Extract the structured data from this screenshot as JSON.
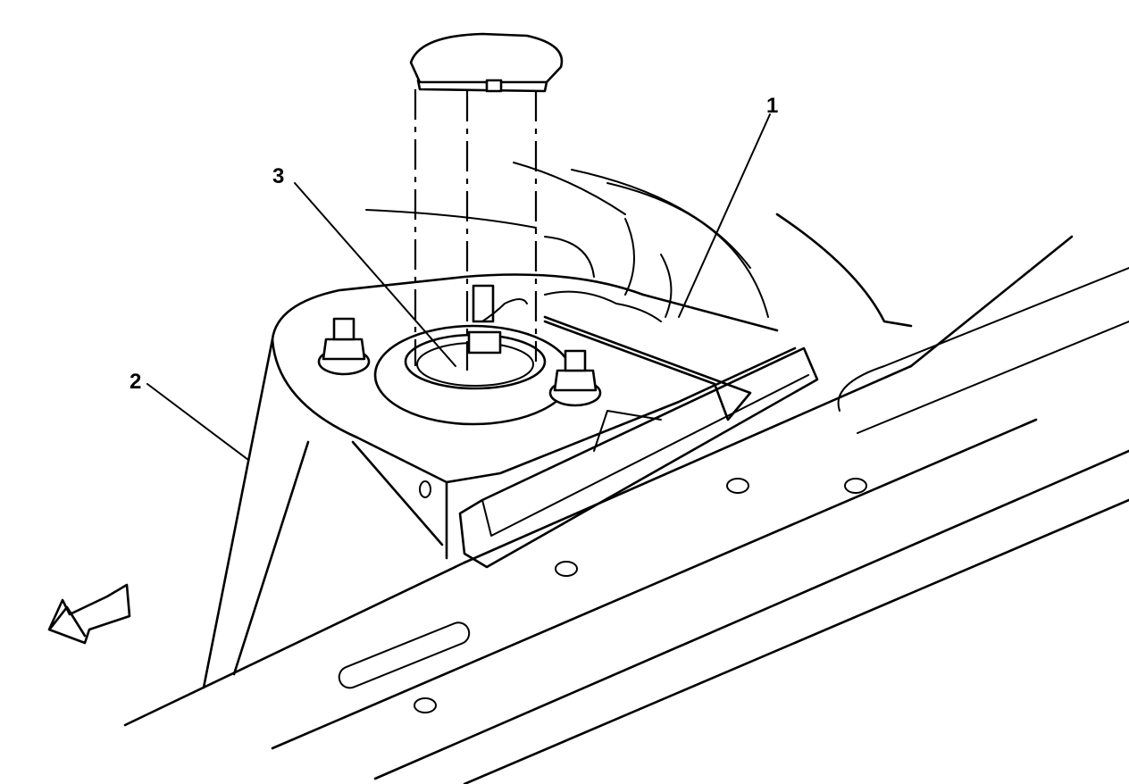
{
  "callouts": {
    "c1": {
      "label": "1"
    },
    "c2": {
      "label": "2"
    },
    "c3": {
      "label": "3"
    }
  },
  "colors": {
    "line": "#000000",
    "background": "#ffffff"
  }
}
